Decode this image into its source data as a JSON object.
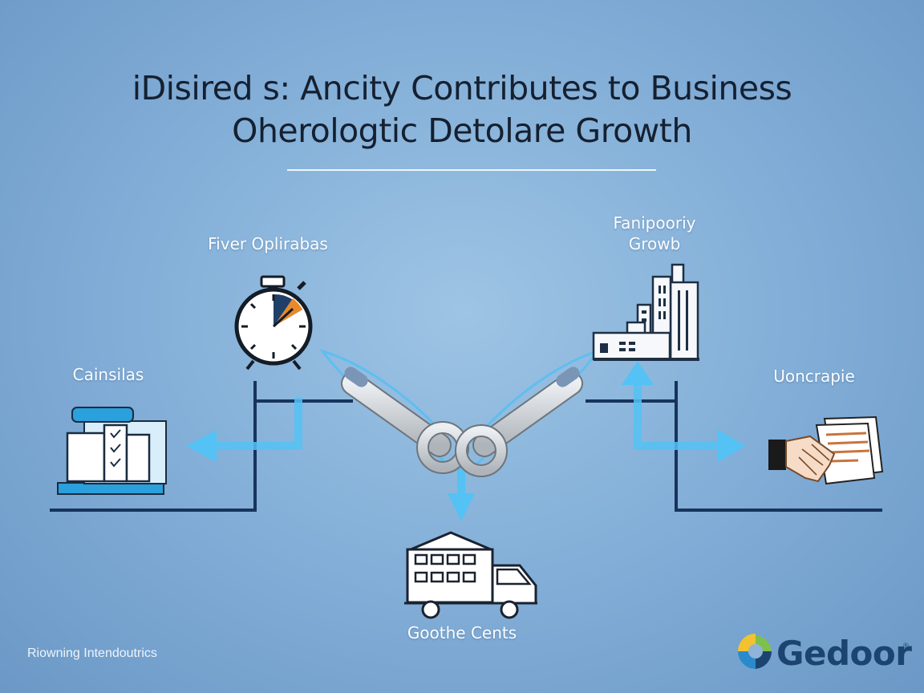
{
  "header": {
    "title_line1": "iDisired s: Ancity Contributes to Business",
    "title_line2": "Oherologtic Detolare Growth"
  },
  "nodes": {
    "top_left": "Fiver Oplirabas",
    "top_right_line1": "Fanipooriy",
    "top_right_line2": "Growb",
    "left": "Cainsilas",
    "right": "Uoncrapie",
    "bottom": "Goothe Cents"
  },
  "footer": {
    "left_text": "Riowning Intendoutrics"
  },
  "logo": {
    "name": "Gedoor",
    "reg": "®"
  },
  "colors": {
    "connector": "#17345c",
    "arrow": "#54c2f4",
    "chain": "#cfd3d7",
    "logo_text": "#1c4470"
  }
}
